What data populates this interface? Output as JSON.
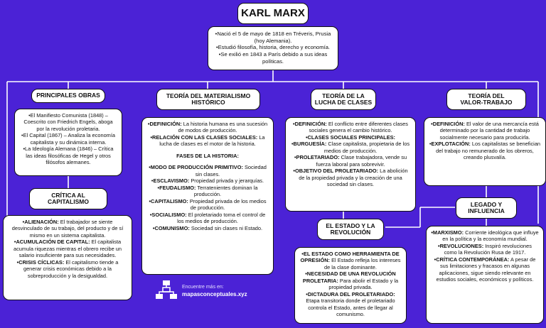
{
  "title": "KARL MARX",
  "intro": [
    "•Nació el 5 de mayo de 1818 en Tréveris, Prusia (hoy Alemania).",
    "•Estudió filosofía, historia, derecho y economía.",
    "•Se exilió en 1843 a París debido a sus ideas políticas."
  ],
  "obras": {
    "title": "PRINCIPALES OBRAS",
    "items": [
      "•El Manifiesto Comunista (1848) – Coescrito con Friedrich Engels, aboga por la revolución proletaria.",
      "•El Capital (1867) – Analiza la economía capitalista y su dinámica interna.",
      "•La Ideología Alemana (1846) – Crítica las ideas filosóficas de Hegel y otros filósofos alemanes."
    ]
  },
  "critica": {
    "title_line1": "CRÍTICA AL",
    "title_line2": "CAPITALISMO",
    "items": [
      {
        "label": "•ALIENACIÓN:",
        "text": " El trabajador se siente desvinculado de su trabajo, del producto y de sí mismo en un sistema capitalista."
      },
      {
        "label": "•ACUMULACIÓN DE CAPITAL:",
        "text": " El capitalista acumula riquezas mientras el obrero recibe un salario insuficiente para sus necesidades."
      },
      {
        "label": "•CRISIS CÍCLICAS:",
        "text": " El capitalismo tiende a generar crisis económicas debido a la sobreproducción y la desigualdad."
      }
    ]
  },
  "materialismo": {
    "title_line1": "TEORÍA DEL MATERIALISMO",
    "title_line2": "HISTÓRICO",
    "definicion": {
      "label": "•DEFINICIÓN:",
      "text": " La historia humana es una sucesión de modos de producción."
    },
    "relacion": {
      "label": "•RELACIÓN CON LAS CLASES SOCIALES:",
      "text": " La lucha de clases es el motor de la historia."
    },
    "fases_title": "FASES DE LA HISTORIA:",
    "fases": [
      {
        "label": "•MODO DE PRODUCCIÓN PRIMITIVO:",
        "text": " Sociedad sin clases."
      },
      {
        "label": "•ESCLAVISMO:",
        "text": " Propiedad privada y jerarquías."
      },
      {
        "label": "•FEUDALISMO:",
        "text": " Terratenientes dominan la producción."
      },
      {
        "label": "•CAPITALISMO:",
        "text": " Propiedad privada de los medios de producción."
      },
      {
        "label": "•SOCIALISMO:",
        "text": " El proletariado toma el control de los medios de producción."
      },
      {
        "label": "•COMUNISMO:",
        "text": " Sociedad sin clases ni Estado."
      }
    ]
  },
  "lucha": {
    "title_line1": "TEORÍA DE LA",
    "title_line2": "LUCHA DE CLASES",
    "definicion": {
      "label": "•DEFINICIÓN:",
      "text": " El conflicto entre diferentes clases sociales genera el cambio histórico."
    },
    "clases_title": "•CLASES SOCIALES PRINCIPALES:",
    "burguesia": {
      "label": "•BURGUESÍA:",
      "text": " Clase capitalista, propietaria de los medios de producción."
    },
    "proletariado": {
      "label": "•PROLETARIADO:",
      "text": " Clase trabajadora, vende su fuerza laboral para sobrevivir."
    },
    "objetivo": {
      "label": "•OBJETIVO DEL PROLETARIADO:",
      "text": " La abolición de la propiedad privada y la creación de una sociedad sin clases."
    }
  },
  "valor": {
    "title_line1": "TEORÍA DEL",
    "title_line2": "VALOR-TRABAJO",
    "definicion": {
      "label": "•DEFINICIÓN:",
      "text": " El valor de una mercancía está determinado por la cantidad de trabajo socialmente necesario para producirla."
    },
    "explotacion": {
      "label": "•EXPLOTACIÓN:",
      "text": " Los capitalistas se benefician del trabajo no remunerado de los obreros, creando plusvalía."
    }
  },
  "estado": {
    "title_line1": "EL ESTADO Y LA",
    "title_line2": "REVOLUCIÓN",
    "items": [
      {
        "label": "•EL ESTADO COMO HERRAMIENTA DE OPRESIÓN:",
        "text": " El Estado refleja los intereses de la clase dominante."
      },
      {
        "label": "•NECESIDAD DE UNA REVOLUCIÓN PROLETARIA:",
        "text": " Para abolir el Estado y la propiedad privada."
      },
      {
        "label": "•DICTADURA DEL PROLETARIADO:",
        "text": " Etapa transitoria donde el proletariado controla el Estado, antes de llegar al comunismo."
      }
    ]
  },
  "legado": {
    "title_line1": "LEGADO Y",
    "title_line2": "INFLUENCIA",
    "items": [
      {
        "label": "•MARXISMO:",
        "text": " Corriente ideológica que influye en la política y la economía mundial."
      },
      {
        "label": "•REVOLUCIONES:",
        "text": " Inspiró revoluciones como la Revolución Rusa de 1917."
      },
      {
        "label": "•CRÍTICA CONTEMPORÁNEA:",
        "text": " A pesar de sus limitaciones y fracasos en algunas aplicaciones, sigue siendo relevante en estudios sociales, económicos y políticos."
      }
    ]
  },
  "footer": {
    "line1": "Encuentre más en:",
    "line2": "mapasconceptuales.xyz"
  }
}
